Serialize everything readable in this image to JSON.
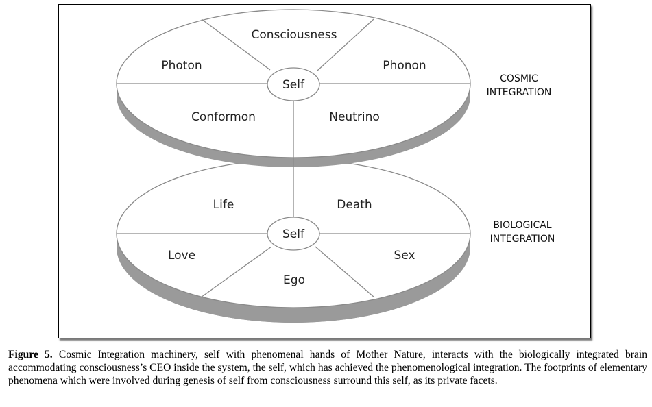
{
  "top_disc": {
    "center": "Self",
    "segments": [
      "Consciousness",
      "Photon",
      "Phonon",
      "Conformon",
      "Neutrino"
    ],
    "side_label": [
      "COSMIC",
      "INTEGRATION"
    ]
  },
  "bottom_disc": {
    "center": "Self",
    "segments": [
      "Life",
      "Death",
      "Love",
      "Sex",
      "Ego"
    ],
    "side_label": [
      "BIOLOGICAL",
      "INTEGRATION"
    ]
  },
  "caption": {
    "label": "Figure 5.",
    "text": " Cosmic Integration machinery, self with phenomenal hands of Mother Nature, interacts with the biologically integrated brain accommodating consciousness’s CEO inside the system, the self, which has achieved the phenomenological integration. The footprints of elementary phenomena which were involved during genesis of self from consciousness surround this self, as its private facets."
  },
  "colors": {
    "disc_edge": "#9a9a9a",
    "line": "#8a8a8a"
  }
}
